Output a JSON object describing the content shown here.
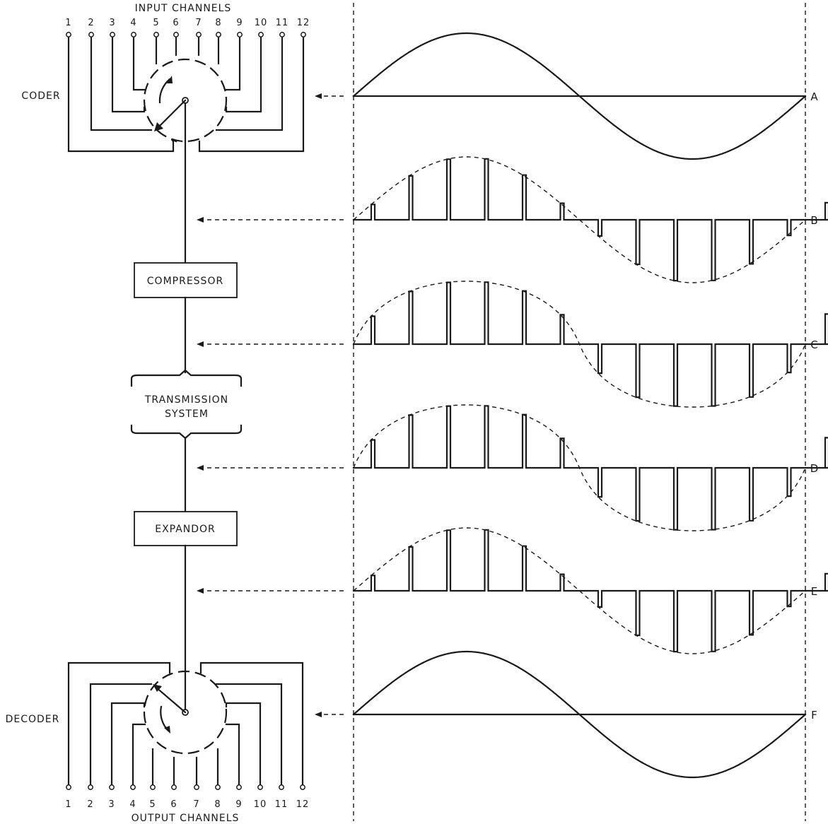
{
  "labels": {
    "input_channels": "INPUT CHANNELS",
    "output_channels": "OUTPUT CHANNELS",
    "coder": "CODER",
    "decoder": "DECODER",
    "compressor": "COMPRESSOR",
    "transmission_line1": "TRANSMISSION",
    "transmission_line2": "SYSTEM",
    "expandor": "EXPANDOR"
  },
  "channel_numbers": [
    "1",
    "2",
    "3",
    "4",
    "5",
    "6",
    "7",
    "8",
    "9",
    "10",
    "11",
    "12"
  ],
  "waveforms": [
    {
      "id": "A",
      "kind": "sine"
    },
    {
      "id": "B",
      "kind": "sampled"
    },
    {
      "id": "C",
      "kind": "compressed"
    },
    {
      "id": "D",
      "kind": "compressed"
    },
    {
      "id": "E",
      "kind": "sampled"
    },
    {
      "id": "F",
      "kind": "sine"
    }
  ]
}
